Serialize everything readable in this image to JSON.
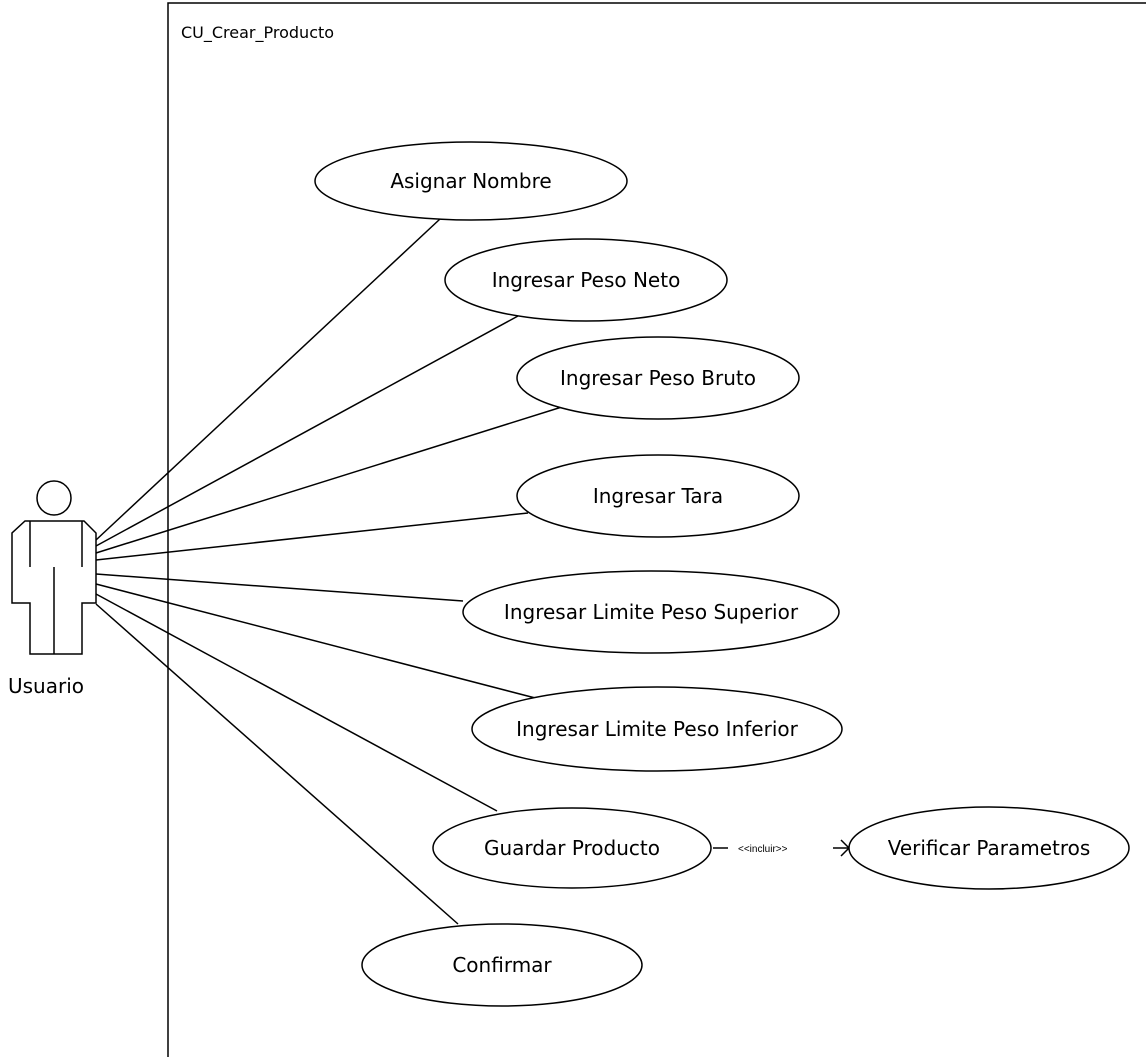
{
  "system": {
    "name": "CU_Crear_Producto"
  },
  "actor": {
    "name": "Usuario"
  },
  "use_cases": [
    {
      "id": "uc-asignar-nombre",
      "label": "Asignar Nombre"
    },
    {
      "id": "uc-ingresar-peso-neto",
      "label": "Ingresar Peso Neto"
    },
    {
      "id": "uc-ingresar-peso-bruto",
      "label": "Ingresar Peso Bruto"
    },
    {
      "id": "uc-ingresar-tara",
      "label": "Ingresar Tara"
    },
    {
      "id": "uc-limite-superior",
      "label": "Ingresar Limite Peso Superior"
    },
    {
      "id": "uc-limite-inferior",
      "label": "Ingresar Limite Peso Inferior"
    },
    {
      "id": "uc-guardar-producto",
      "label": "Guardar Producto"
    },
    {
      "id": "uc-confirmar",
      "label": "Confirmar"
    },
    {
      "id": "uc-verificar-parametros",
      "label": "Verificar Parametros"
    }
  ],
  "relations": {
    "include_label": "<<incluir>>"
  },
  "colors": {
    "stroke": "#000000",
    "background": "#ffffff"
  }
}
